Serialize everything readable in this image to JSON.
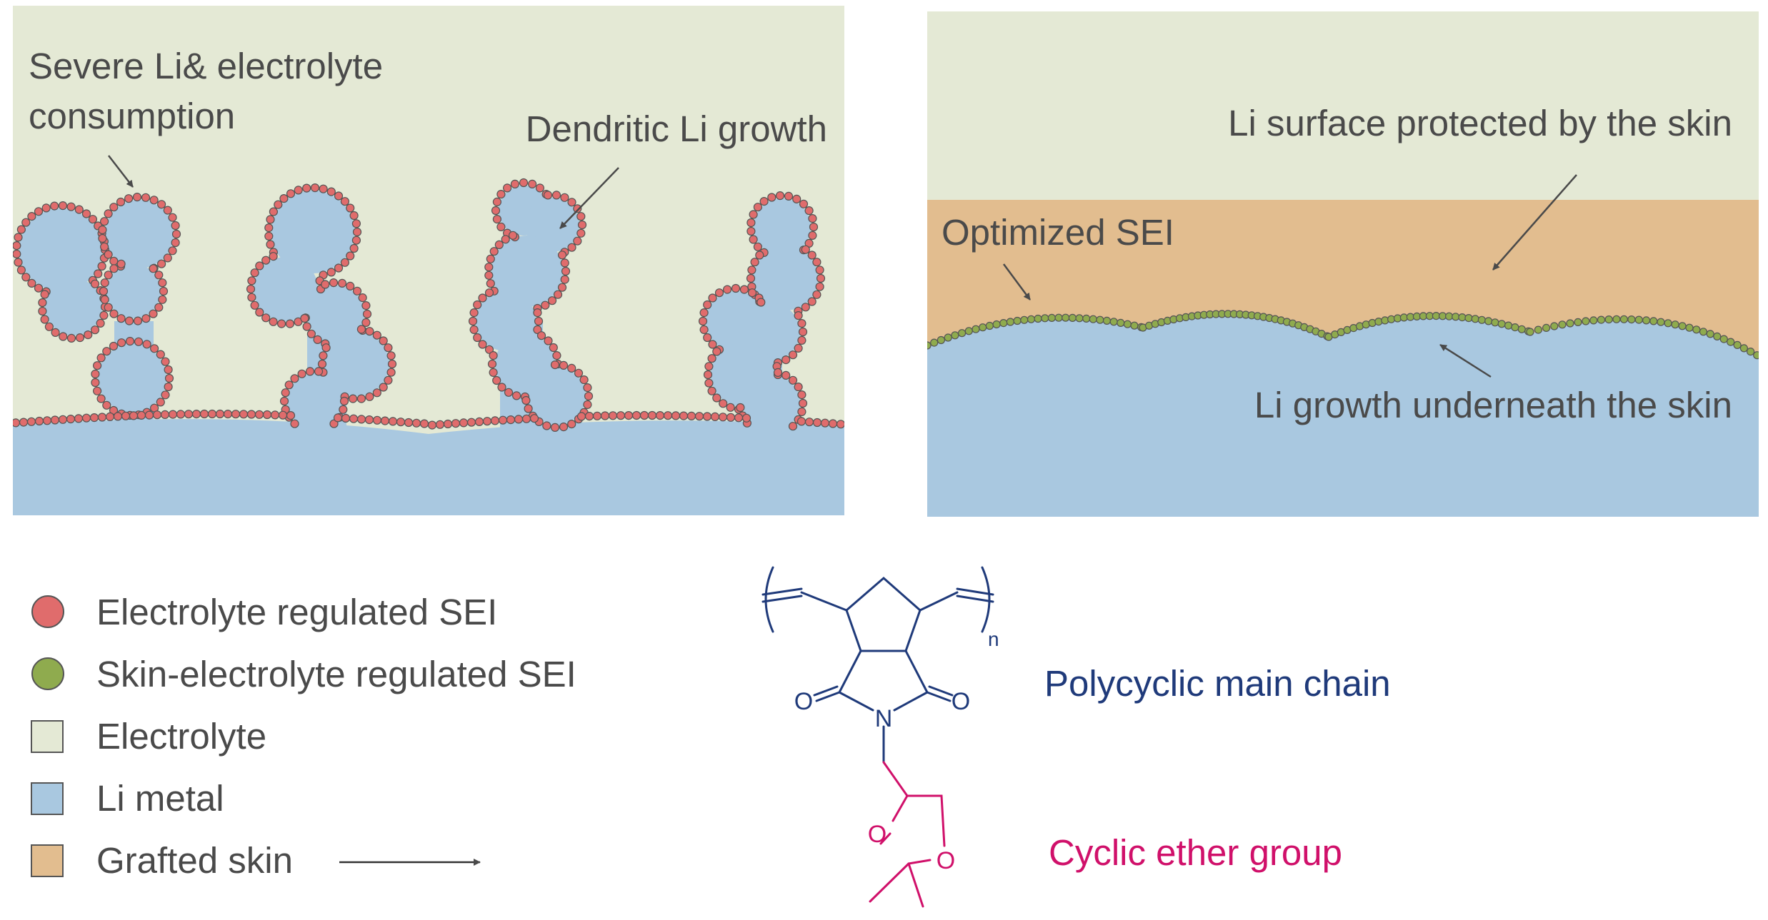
{
  "colors": {
    "electrolyte": "#e4e9d5",
    "li_metal": "#a9c8e0",
    "grafted_skin": "#e2bd8f",
    "sei_red": "#e06c6c",
    "sei_green": "#8fab4e",
    "text_gray": "#4a4a4a",
    "chain_blue": "#1f3a7a",
    "ether_magenta": "#d0106a"
  },
  "left_panel": {
    "label_consumption_line1": "Severe Li& electrolyte",
    "label_consumption_line2": "consumption",
    "label_dendrite": "Dendritic Li growth"
  },
  "right_panel": {
    "label_protected": "Li surface protected by the skin",
    "label_optimized": "Optimized SEI",
    "label_growth": "Li growth underneath the skin"
  },
  "legend": [
    {
      "label": "Electrolyte regulated SEI",
      "swatch": "circle",
      "color": "#e06c6c"
    },
    {
      "label": "Skin-electrolyte regulated SEI",
      "swatch": "circle",
      "color": "#8fab4e"
    },
    {
      "label": "Electrolyte",
      "swatch": "square",
      "color": "#e4e9d5"
    },
    {
      "label": "Li metal",
      "swatch": "square",
      "color": "#a9c8e0"
    },
    {
      "label": "Grafted skin",
      "swatch": "square",
      "color": "#e2bd8f"
    }
  ],
  "molecule": {
    "repeat_subscript": "n",
    "atom_o_left": "O",
    "atom_o_right": "O",
    "atom_n": "N",
    "atom_o_ring1": "O",
    "atom_o_ring2": "O",
    "label_main_chain": "Polycyclic main chain",
    "label_ether": "Cyclic ether group"
  }
}
